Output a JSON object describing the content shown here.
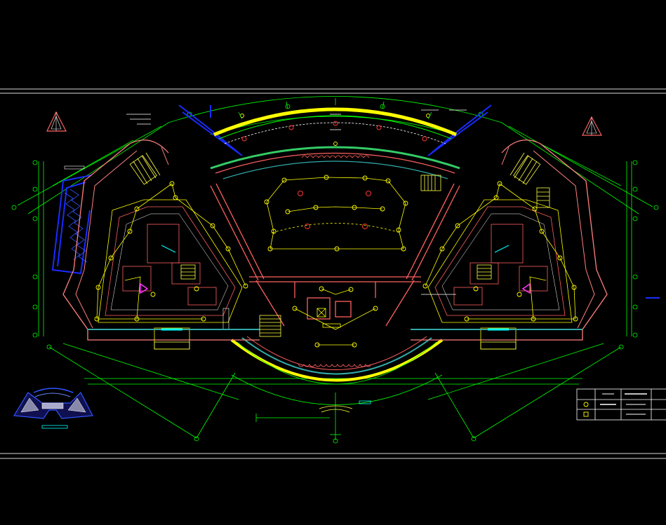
{
  "drawing": {
    "background": "#000000",
    "colors": {
      "frame": "#d8d8d8",
      "dimension": "#00ff00",
      "fixture": "#ffff00",
      "wall": "#ff6060",
      "outline": "#ff8080",
      "glass": "#00ffff",
      "facade": "#1a2cff",
      "stair": "#ffff40",
      "fitting": "#ff3333",
      "magenta": "#ff33ff",
      "teal": "#33aaaa",
      "white": "#ffffff"
    }
  },
  "icons": {
    "north_left": "north-arrow-triangle",
    "north_right": "north-arrow-triangle",
    "keyplan": "building-key-plan",
    "legend": "legend-table"
  },
  "legend": {
    "rows": 3,
    "columns": 4
  }
}
